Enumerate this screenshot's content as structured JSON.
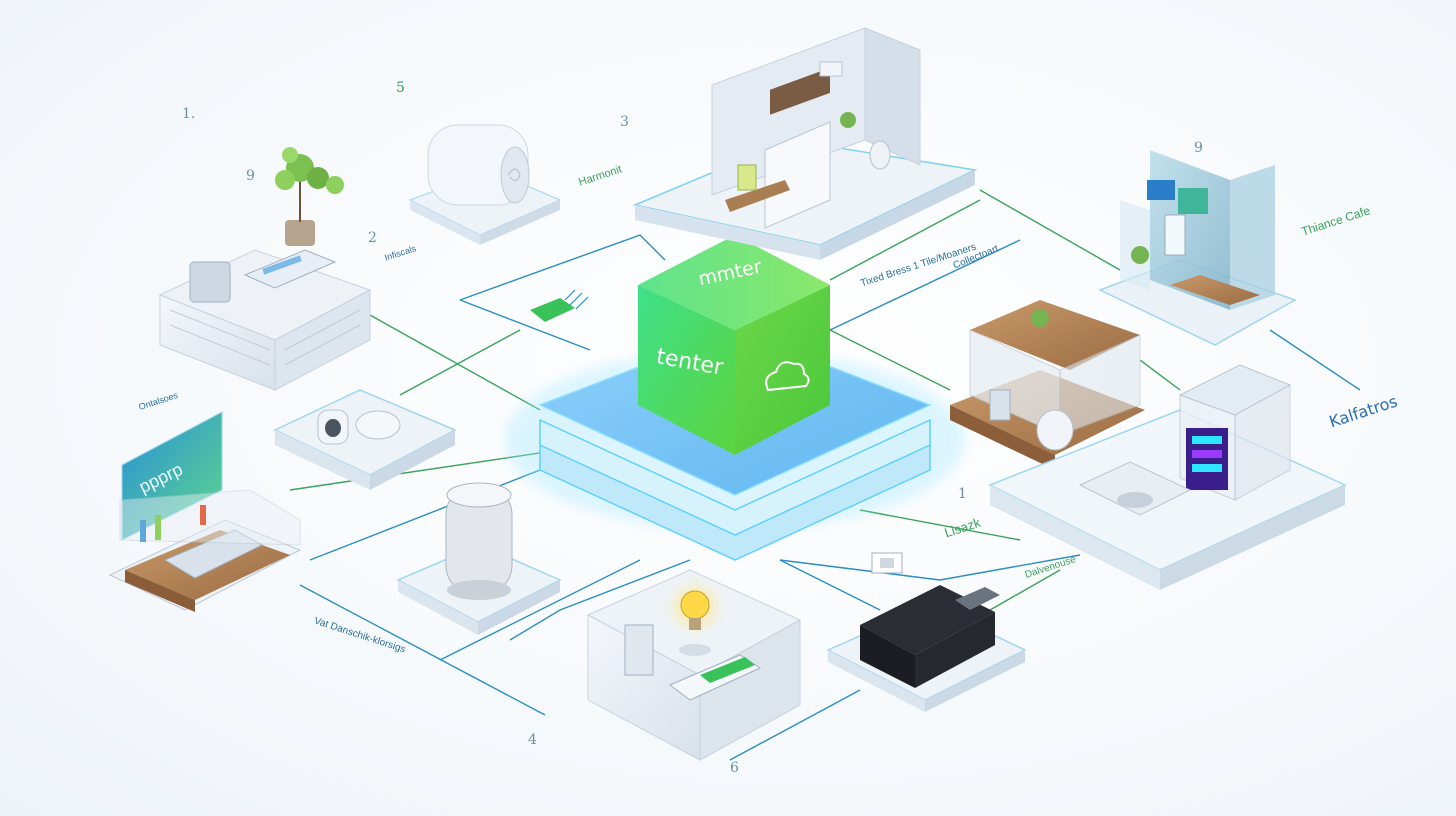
{
  "hub": {
    "top_text": "mmter",
    "front_text": "tenter",
    "icon": "cloud-icon",
    "colors": {
      "cube_front": "#4cd35f",
      "cube_side": "#5fd94a",
      "cube_top": "#6ee56a",
      "platform": "#7cc6f5",
      "glow": "#41d8ff"
    }
  },
  "numbers": {
    "n1": "1.",
    "n5": "5",
    "n3": "3",
    "n9a": "9",
    "n2": "2",
    "n9b": "9",
    "n4": "4",
    "n6": "6",
    "n1b": "1"
  },
  "labels": {
    "top_left_device": "Harmonit",
    "shelf_caption": "Infiscals",
    "center_top_caption": "Tixed Bress 1 Tile/Moaners",
    "center_right_caption": "Collectoart",
    "top_right_caption": "Thiance Cafe",
    "right_caption": "Kalfatros",
    "center_lower_caption": "Lisazk",
    "lower_right_caption": "Dalvenouse",
    "lower_left_caption": "Vat Danschik-klorsigs",
    "left_caption": "Ontalsoes",
    "screen_text": "ppprp"
  }
}
